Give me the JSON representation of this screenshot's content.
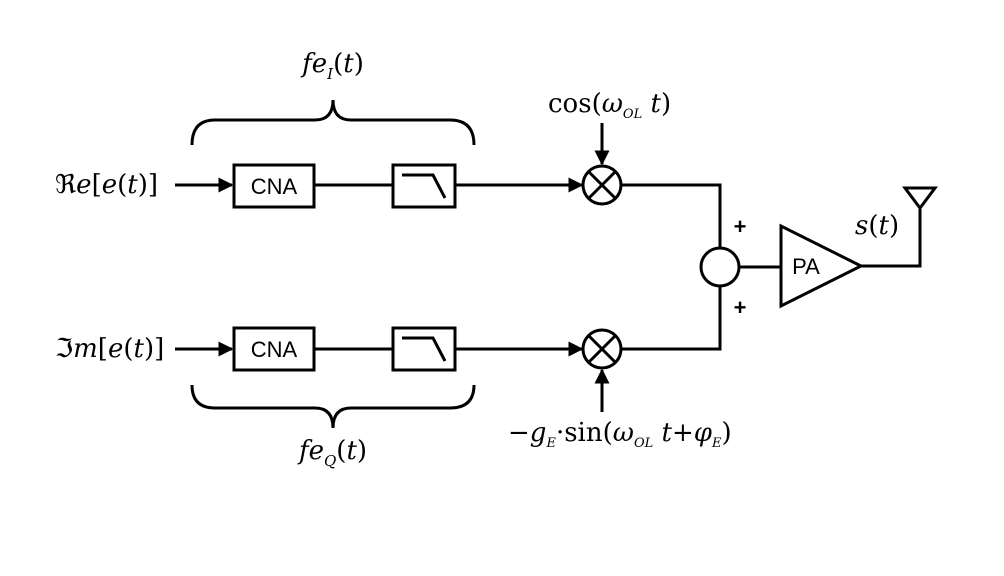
{
  "inputs": {
    "real": "ℜe[e(t)]",
    "imag": "ℑm[e(t)]"
  },
  "blocks": {
    "dac_i": "CNA",
    "dac_q": "CNA",
    "pa": "PA"
  },
  "braces": {
    "top_label": "fe_I(t)",
    "bottom_label": "fe_Q(t)"
  },
  "oscillators": {
    "i_carrier": "cos(ω_OL t)",
    "q_carrier": "−g_E·sin(ω_OL t+φ_E)"
  },
  "summer": {
    "top_sign": "+",
    "bottom_sign": "+"
  },
  "output": {
    "label": "s(t)"
  }
}
